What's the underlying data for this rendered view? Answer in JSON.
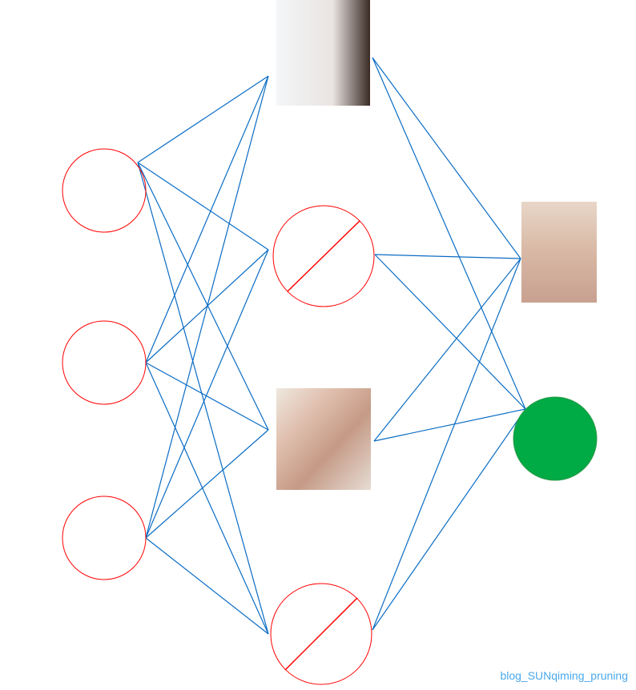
{
  "watermark": "blog_SUNqiming_pruning",
  "colors": {
    "edge": "#0a6cc4",
    "node_stroke": "#ff0000",
    "output_fill": "#00aa44",
    "watermark": "#4aa8ec"
  },
  "layers": {
    "input": [
      "circle",
      "circle",
      "circle"
    ],
    "hidden": [
      "photo",
      "pruned-circle",
      "photo",
      "pruned-circle"
    ],
    "output": [
      "photo",
      "filled-circle"
    ]
  }
}
